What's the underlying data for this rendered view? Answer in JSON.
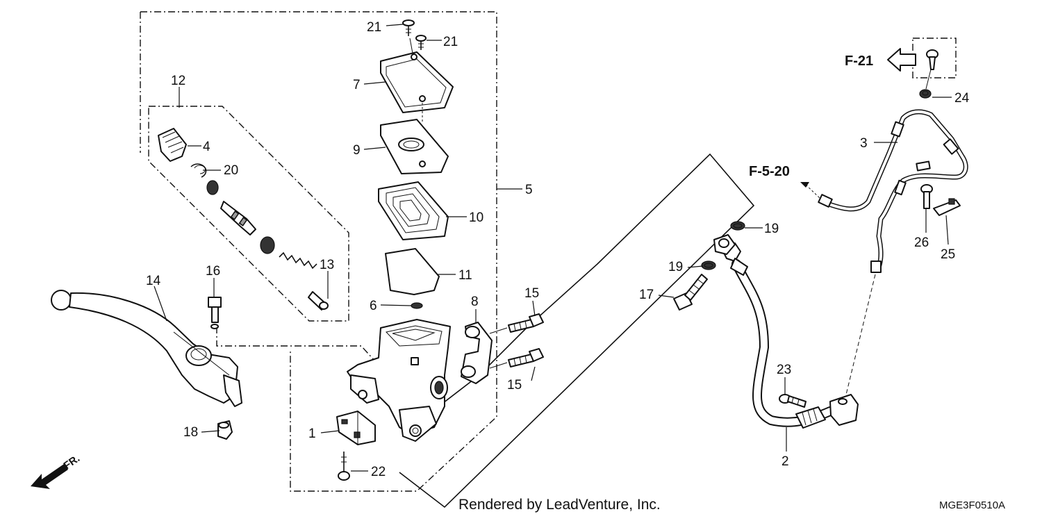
{
  "diagram": {
    "part_labels": {
      "p1": "1",
      "p2": "2",
      "p3": "3",
      "p4": "4",
      "p5": "5",
      "p6": "6",
      "p7": "7",
      "p8": "8",
      "p9": "9",
      "p10": "10",
      "p11": "11",
      "p12": "12",
      "p13": "13",
      "p14": "14",
      "p15a": "15",
      "p15b": "15",
      "p16": "16",
      "p17": "17",
      "p18": "18",
      "p19a": "19",
      "p19b": "19",
      "p20": "20",
      "p21a": "21",
      "p21b": "21",
      "p22": "22",
      "p23": "23",
      "p24": "24",
      "p25": "25",
      "p26": "26"
    },
    "references": {
      "ref_f21": "F-21",
      "ref_f520": "F-5-20"
    },
    "direction_label": "FR.",
    "credit": "Rendered by LeadVenture, Inc.",
    "diagram_code": "MGE3F0510A"
  }
}
